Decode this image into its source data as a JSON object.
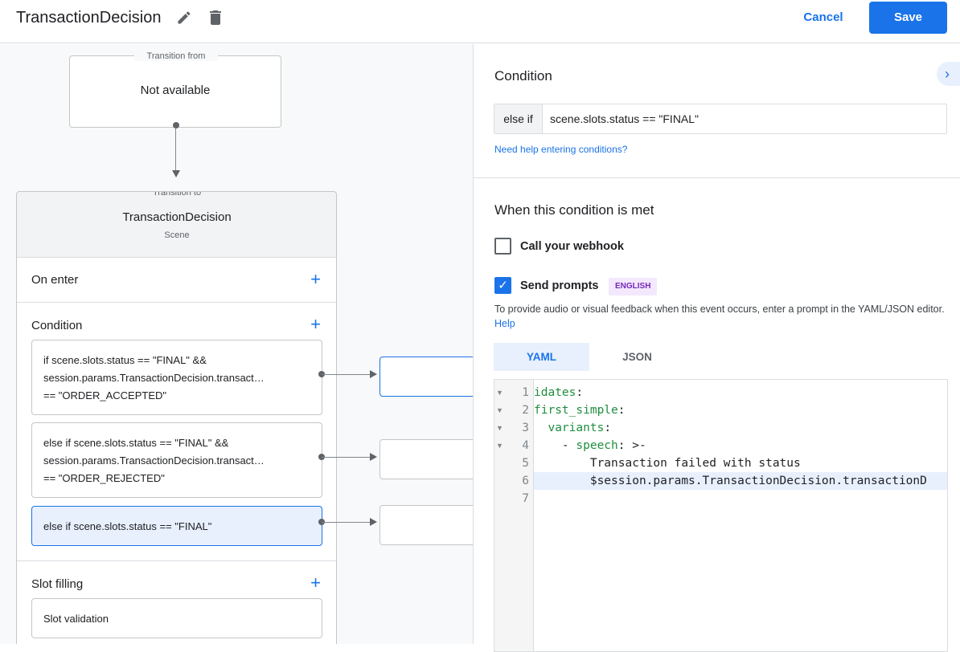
{
  "header": {
    "title": "TransactionDecision",
    "cancel_label": "Cancel",
    "save_label": "Save"
  },
  "canvas": {
    "transition_from": {
      "legend": "Transition from",
      "value": "Not available"
    },
    "transition_to": {
      "legend": "Transition to",
      "scene_name": "TransactionDecision",
      "scene_type": "Scene"
    },
    "sections": {
      "on_enter": "On enter",
      "condition": "Condition",
      "slot_filling": "Slot filling",
      "slot_validation": "Slot validation"
    },
    "conditions": [
      {
        "line1": "if scene.slots.status == \"FINAL\" &&",
        "line2": "session.params.TransactionDecision.transact…",
        "line3": "== \"ORDER_ACCEPTED\""
      },
      {
        "line1": "else if scene.slots.status == \"FINAL\" &&",
        "line2": "session.params.TransactionDecision.transact…",
        "line3": "== \"ORDER_REJECTED\""
      },
      {
        "line1": "else if scene.slots.status == \"FINAL\"",
        "selected": true
      }
    ]
  },
  "panel": {
    "condition_heading": "Condition",
    "condition_prefix": "else if",
    "condition_value": "scene.slots.status == \"FINAL\"",
    "help_link": "Need help entering conditions?",
    "met_heading": "When this condition is met",
    "webhook_label": "Call your webhook",
    "webhook_checked": false,
    "prompts_label": "Send prompts",
    "prompts_checked": true,
    "language_badge": "ENGLISH",
    "description": "To provide audio or visual feedback when this event occurs, enter a prompt in the YAML/JSON editor.",
    "description_link": "Help",
    "tabs": [
      {
        "label": "YAML",
        "active": true
      },
      {
        "label": "JSON",
        "active": false
      }
    ],
    "code_lines": [
      {
        "n": "1",
        "fold": true,
        "key": "idates",
        "rest": ":"
      },
      {
        "n": "2",
        "fold": true,
        "key": "first_simple",
        "rest": ":"
      },
      {
        "n": "3",
        "fold": true,
        "indent": "  ",
        "key": "variants",
        "rest": ":"
      },
      {
        "n": "4",
        "fold": true,
        "indent": "    - ",
        "key": "speech",
        "rest": ": >-"
      },
      {
        "n": "5",
        "fold": false,
        "indent": "        ",
        "text": "Transaction failed with status"
      },
      {
        "n": "6",
        "fold": false,
        "indent": "        ",
        "text": "$session.params.TransactionDecision.transactionD",
        "highlight": true
      },
      {
        "n": "7",
        "fold": false,
        "text": ""
      }
    ]
  },
  "colors": {
    "accent": "#1a73e8",
    "selected_bg": "#e8f0fe",
    "badge_bg": "#f3e8fd",
    "badge_text": "#7627bb",
    "yaml_key": "#1e8e3e"
  }
}
